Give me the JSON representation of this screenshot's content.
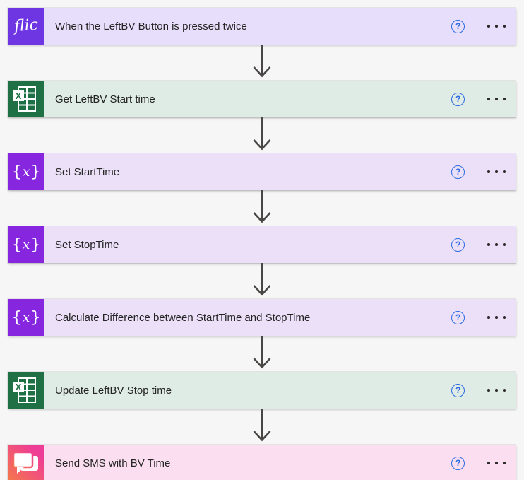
{
  "app": {
    "name": "flow-designer-canvas"
  },
  "colors": {
    "page_bg": "#F7F6F6",
    "title_text": "#242424",
    "help_blue": "#2B6BE3",
    "menu_dots": "#2B2A29",
    "arrow": "#494745",
    "excel_green": "#1F7145",
    "flic_purple": "#6E35E3",
    "variable_purple": "#8626DE",
    "sms_gradient_start": "#F5794A",
    "sms_gradient_end": "#EE3D96"
  },
  "icons": {
    "flic_glyph": "flic",
    "excel_glyph_x": "X",
    "variable_glyph_open": "{",
    "variable_glyph_x": "x",
    "variable_glyph_close": "}",
    "help_glyph": "?"
  },
  "flow": {
    "help_glyph": "?",
    "steps": [
      {
        "title": "When the LeftBV Button is pressed twice",
        "icon": "flic-icon",
        "icon_type": "flic",
        "icon_color": "#6E35E3",
        "card_color": "#E6DEFA"
      },
      {
        "title": "Get LeftBV Start time",
        "icon": "excel-icon",
        "icon_type": "excel",
        "icon_color": "#1F7145",
        "card_color": "#DFEBE5"
      },
      {
        "title": "Set StartTime",
        "icon": "variable-icon",
        "icon_type": "variable",
        "icon_color": "#8626DE",
        "card_color": "#ECE0F8"
      },
      {
        "title": "Set StopTime",
        "icon": "variable-icon",
        "icon_type": "variable",
        "icon_color": "#8626DE",
        "card_color": "#ECE0F8"
      },
      {
        "title": "Calculate Difference between StartTime and StopTime",
        "icon": "variable-icon",
        "icon_type": "variable",
        "icon_color": "#8626DE",
        "card_color": "#ECE0F8"
      },
      {
        "title": "Update LeftBV Stop time",
        "icon": "excel-icon",
        "icon_type": "excel",
        "icon_color": "#1F7145",
        "card_color": "#DFEBE5"
      },
      {
        "title": "Send SMS with BV Time",
        "icon": "sms-icon",
        "icon_type": "sms",
        "icon_gradient": [
          "#F5794A",
          "#EE3D96"
        ],
        "card_color": "#FBDFF0"
      }
    ]
  }
}
